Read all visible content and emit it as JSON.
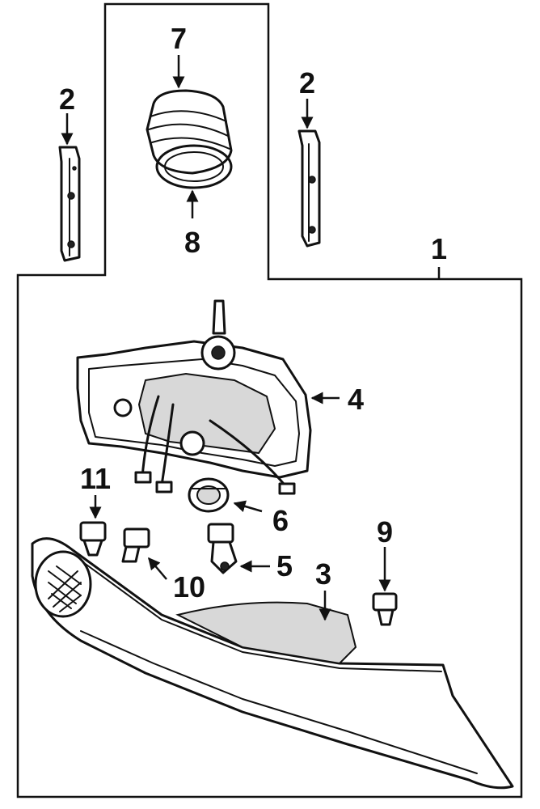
{
  "callouts": {
    "c1": "1",
    "c2_left": "2",
    "c2_right": "2",
    "c3": "3",
    "c4": "4",
    "c5": "5",
    "c6": "6",
    "c7": "7",
    "c8": "8",
    "c9": "9",
    "c10": "10",
    "c11": "11"
  },
  "colors": {
    "ink": "#111111",
    "background": "#ffffff"
  }
}
